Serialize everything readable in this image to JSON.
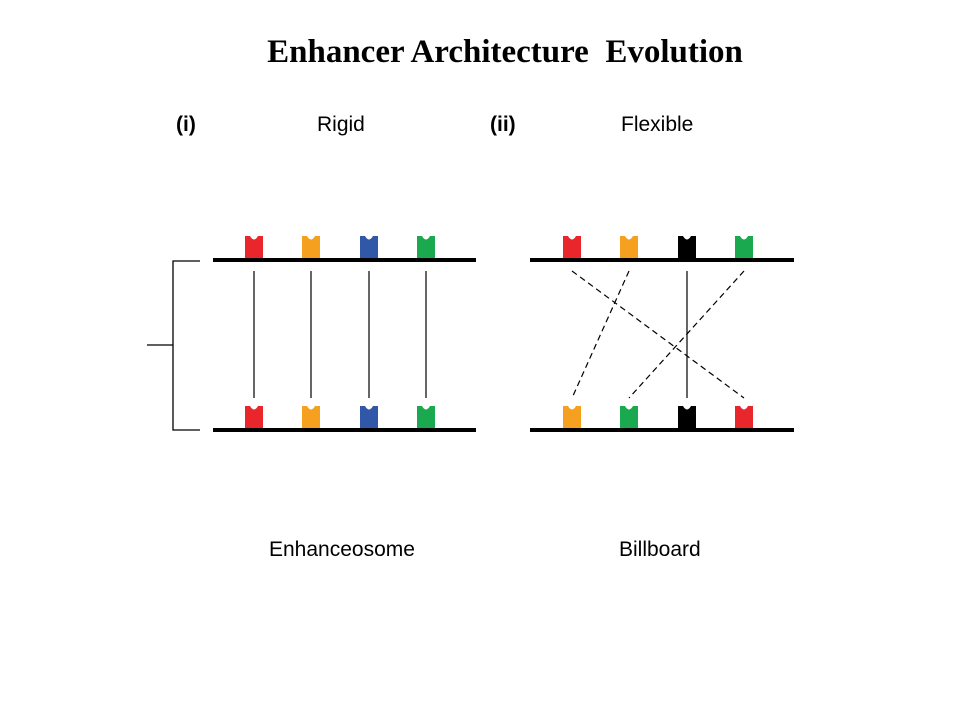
{
  "title": "Enhancer Architecture  Evolution",
  "panels": [
    {
      "marker": "(i)",
      "type": "Rigid",
      "model": "Enhanceosome",
      "top_sites": [
        "#e8262b",
        "#f5a11f",
        "#3158a8",
        "#1aa94e"
      ],
      "bottom_sites": [
        "#e8262b",
        "#f5a11f",
        "#3158a8",
        "#1aa94e"
      ],
      "connections": [
        {
          "from": 0,
          "to": 0,
          "style": "solid"
        },
        {
          "from": 1,
          "to": 1,
          "style": "solid"
        },
        {
          "from": 2,
          "to": 2,
          "style": "solid"
        },
        {
          "from": 3,
          "to": 3,
          "style": "solid"
        }
      ]
    },
    {
      "marker": "(ii)",
      "type": "Flexible",
      "model": "Billboard",
      "top_sites": [
        "#e8262b",
        "#f5a11f",
        "#000000",
        "#1aa94e"
      ],
      "bottom_sites": [
        "#f5a11f",
        "#1aa94e",
        "#000000",
        "#e8262b"
      ],
      "connections": [
        {
          "from": 0,
          "to": 3,
          "style": "dashed"
        },
        {
          "from": 1,
          "to": 0,
          "style": "dashed"
        },
        {
          "from": 2,
          "to": 2,
          "style": "solid"
        },
        {
          "from": 3,
          "to": 1,
          "style": "dashed"
        }
      ]
    }
  ],
  "colors": {
    "dna": "#000000",
    "red": "#e8262b",
    "orange": "#f5a11f",
    "blue": "#3158a8",
    "green": "#1aa94e",
    "black": "#000000"
  }
}
